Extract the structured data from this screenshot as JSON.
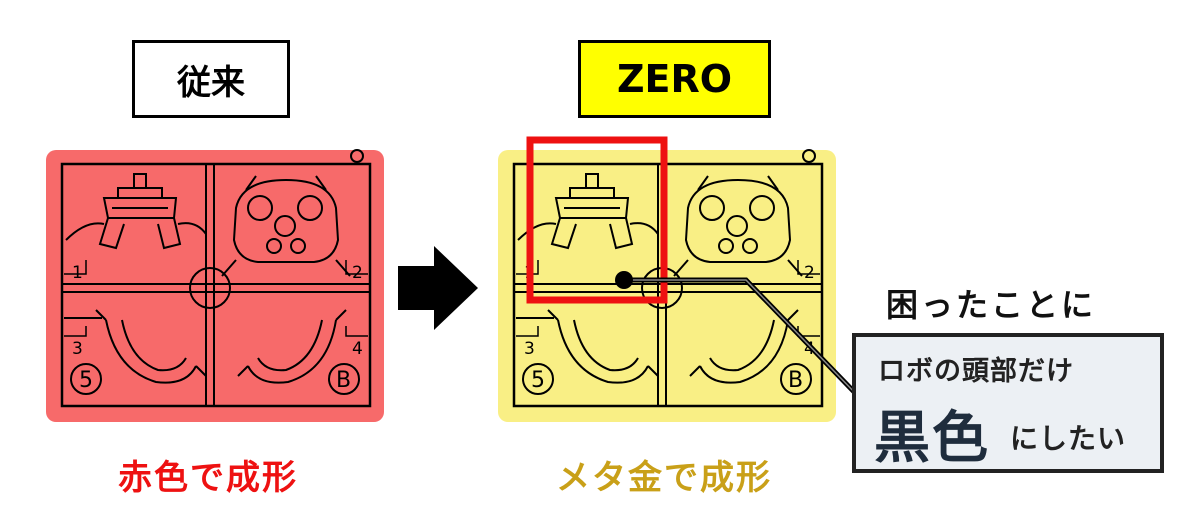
{
  "labels": {
    "old": "従来",
    "zero": "ZERO"
  },
  "captions": {
    "red": "赤色で成形",
    "gold": "メタ金で成形"
  },
  "panels": {
    "numbers": [
      "1",
      "2",
      "3",
      "4"
    ],
    "circle_5": "5",
    "circle_b": "B"
  },
  "trouble": {
    "heading": "困ったことに",
    "line1": "ロボの頭部だけ",
    "big": "黒色",
    "rest": "にしたい"
  },
  "colors": {
    "red_plate": "#f76a6a",
    "gold_plate": "#f9ef85",
    "highlight_red": "#ee1111",
    "gold_text": "#c9a018",
    "zero_bg": "#ffff00"
  },
  "icons": [
    "arrow-right-icon"
  ]
}
